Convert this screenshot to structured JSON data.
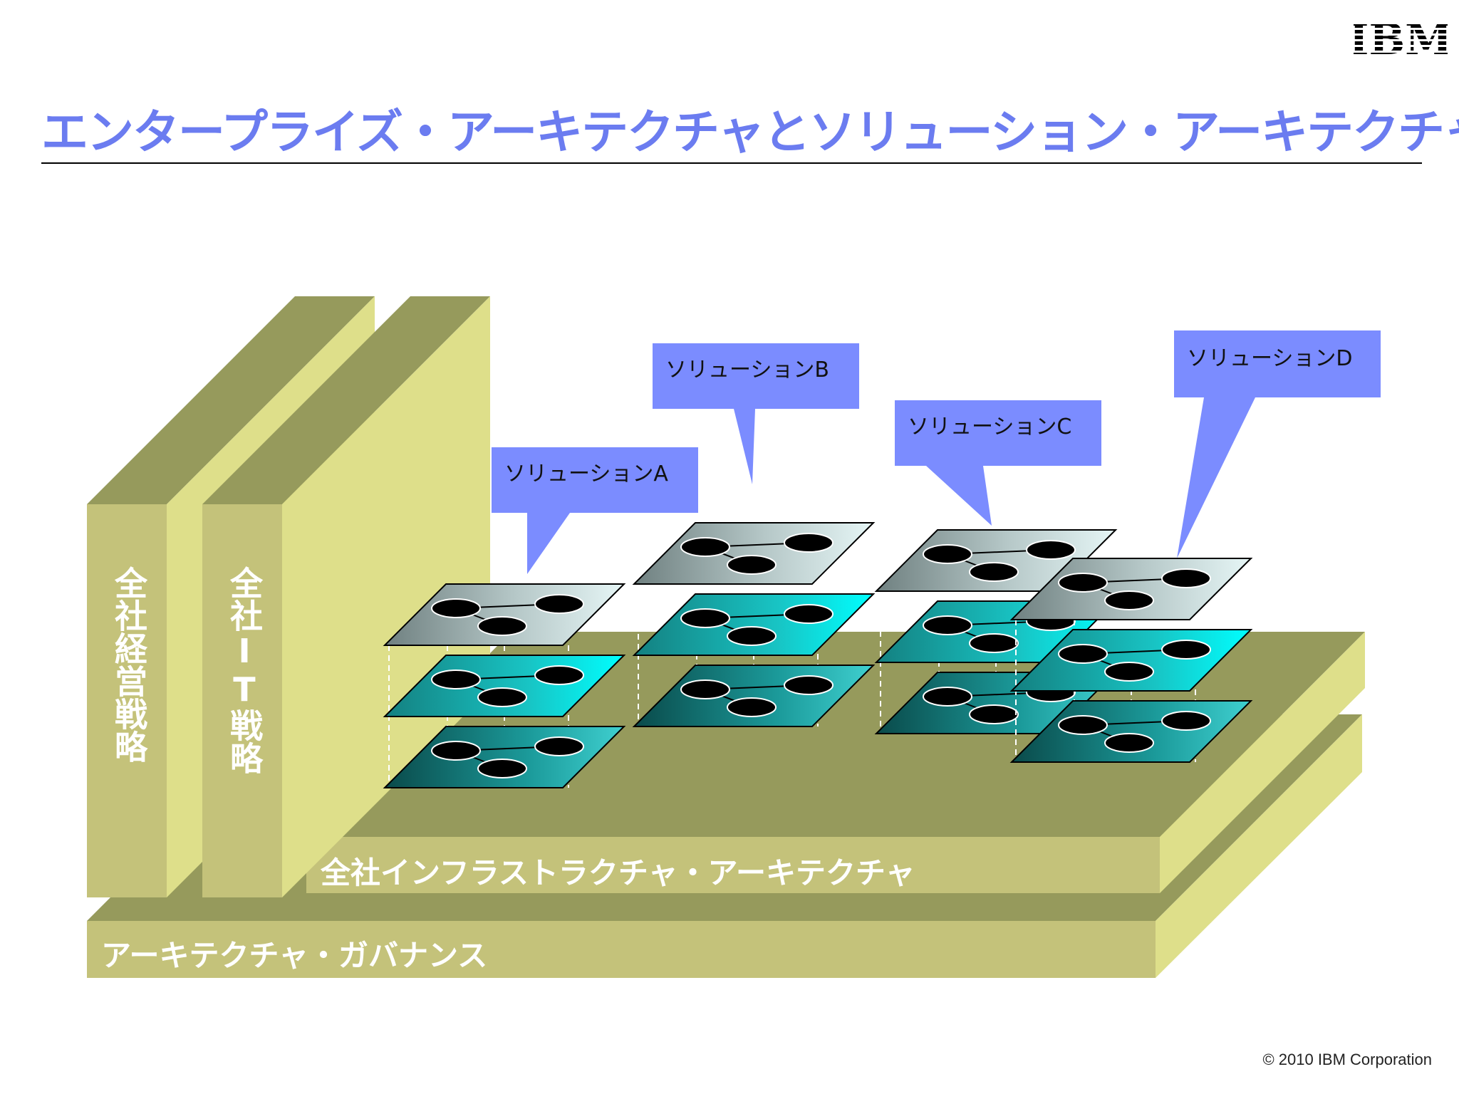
{
  "logo_text": "IBM",
  "title": "エンタープライズ・アーキテクチャとソリューション・アーキテクチャ",
  "copyright": "© 2010 IBM Corporation",
  "pillars": [
    {
      "label": "全社経営戦略"
    },
    {
      "label": "全社IT戦略"
    }
  ],
  "layers": {
    "infrastructure": "全社インフラストラクチャ・アーキテクチャ",
    "governance": "アーキテクチャ・ガバナンス"
  },
  "solutions": [
    {
      "label": "ソリューションA"
    },
    {
      "label": "ソリューションB"
    },
    {
      "label": "ソリューションC"
    },
    {
      "label": "ソリューションD"
    }
  ],
  "colors": {
    "title": "#6b7cf0",
    "callout": "#7b8cff",
    "slab_front": "#c4c27a",
    "slab_top": "#969a5c",
    "slab_side": "#dedf8a"
  }
}
